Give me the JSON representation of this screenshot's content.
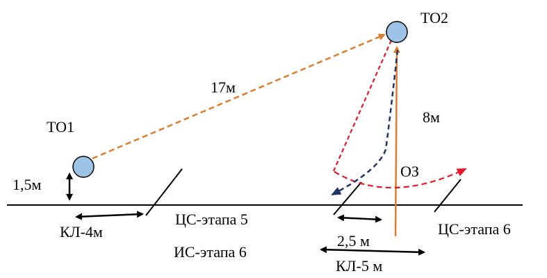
{
  "nodes": {
    "to1": "ТО1",
    "to2": "ТО2"
  },
  "labels": {
    "height_to1": "1,5м",
    "distance_to1_to2": "17м",
    "height_to2": "8м",
    "oz": "ОЗ",
    "kl4": "КЛ-4м",
    "cs_stage5": "ЦС-этапа 5",
    "is_stage6": "ИС-этапа 6",
    "dist_2_5": "2,5 м",
    "kl5": "КЛ-5 м",
    "cs_stage6": "ЦС-этапа 6"
  },
  "colors": {
    "node_fill": "#9dc3e6",
    "node_stroke": "#000000",
    "orange": "#e07b2a",
    "red": "#e8182a",
    "navy": "#1f3469",
    "black": "#000000"
  }
}
